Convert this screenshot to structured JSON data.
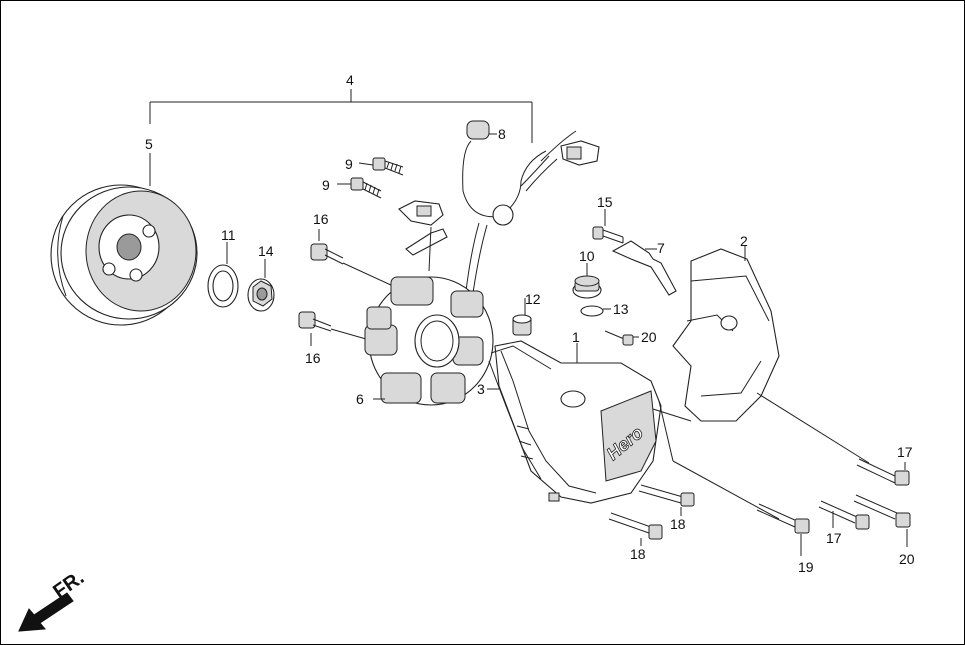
{
  "diagram": {
    "labels": {
      "p1": "1",
      "p2": "2",
      "p3": "3",
      "p4": "4",
      "p5": "5",
      "p6": "6",
      "p7": "7",
      "p8": "8",
      "p9a": "9",
      "p9b": "9",
      "p10": "10",
      "p11": "11",
      "p12": "12",
      "p13": "13",
      "p14": "14",
      "p15": "15",
      "p16a": "16",
      "p16b": "16",
      "p17a": "17",
      "p17b": "17",
      "p18a": "18",
      "p18b": "18",
      "p19": "19",
      "p20a": "20",
      "p20b": "20"
    },
    "direction_label": "FR.",
    "cover_logo": "Hero"
  }
}
